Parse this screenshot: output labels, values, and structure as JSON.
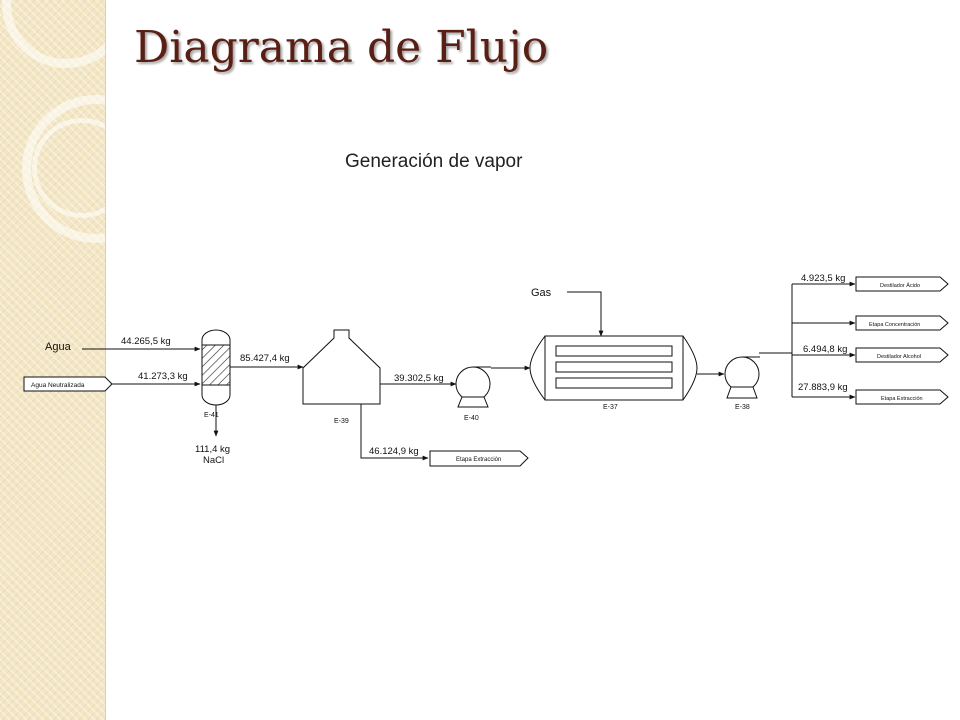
{
  "slide": {
    "title": "Diagrama de Flujo",
    "subtitle": "Generación de vapor"
  },
  "diagram": {
    "inputs": {
      "water_label": "Agua",
      "neutralized_water_box": "Agua Neutralizada",
      "gas_label": "Gas"
    },
    "streams": {
      "water_mass": "44.265,5 kg",
      "neutralized_water_mass": "41.273,3 kg",
      "e41_out_mass": "85.427,4 kg",
      "salt_mass": "111,4 kg",
      "salt_name": "NaCl",
      "e39_to_e40_mass": "39.302,5 kg",
      "e39_extraction_mass": "46.124,9 kg"
    },
    "equipment": {
      "e41": "E-41",
      "e39": "E-39",
      "e40": "E-40",
      "e37": "E-37",
      "e38": "E-38"
    },
    "destinations": {
      "extraction_lower": "Etapa Extracción",
      "acid_distiller": "Destilador Ácido",
      "concentration_stage": "Etapa Concentración",
      "alcohol_distiller": "Destilador Alcohol",
      "extraction_right": "Etapa Extracción"
    },
    "outputs": {
      "acid_mass": "4.923,5 kg",
      "alcohol_mass": "6.494,8 kg",
      "extraction_mass": "27.883,9 kg"
    }
  }
}
